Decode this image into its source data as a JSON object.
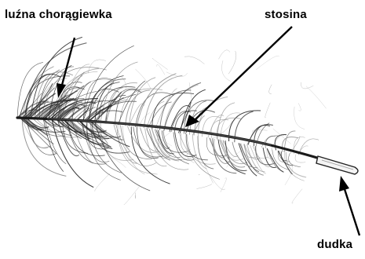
{
  "labels": {
    "loose_vane": "luźna chorągiewka",
    "rachis": "stosina",
    "calamus": "dudka"
  },
  "colors": {
    "ink": "#000000",
    "barb": "#2a2a2a",
    "barb_light": "#8a8a8a",
    "shaft": "#1a1a1a",
    "quill": "#f4f4f4"
  }
}
